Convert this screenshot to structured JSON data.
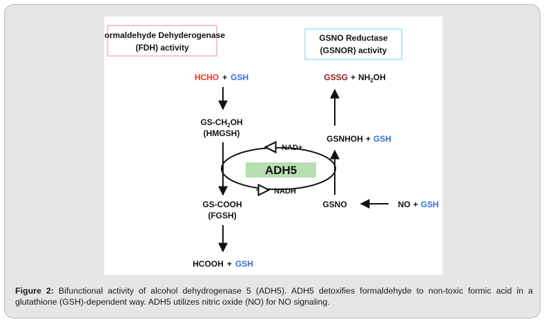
{
  "diagram": {
    "fdh_box": {
      "line1": "Formaldehyde Dehyderogenase",
      "line2": "(FDH) activity",
      "border_color": "#f4c4cc"
    },
    "gsnor_box": {
      "line1": "GSNO Reductase",
      "line2": "(GSNOR) activity",
      "border_color": "#bfeaf3"
    },
    "left_path": {
      "hcho": "HCHO",
      "plus1": "+",
      "gsh1": "GSH",
      "hmgsh_line1_pre": "GS-CH",
      "hmgsh_sub": "2",
      "hmgsh_line1_post": "OH",
      "hmgsh_line2": "(HMGSH)",
      "fgsh_line1": "GS-COOH",
      "fgsh_line2": "(FGSH)",
      "hcooh": "HCOOH",
      "plus2": "+",
      "gsh2": "GSH"
    },
    "right_path": {
      "gssg": "GSSG",
      "plus3": "+",
      "nh2oh_pre": "NH",
      "nh2oh_sub": "2",
      "nh2oh_post": "OH",
      "gsnhoh": "GSNHOH",
      "plus4": "+",
      "gsh3": "GSH",
      "gsno": "GSNO",
      "no": "NO",
      "plus5": "+",
      "gsh4": "GSH"
    },
    "center": {
      "nad_plus": "NAD+",
      "nadh": "NADH",
      "enzyme": "ADH5",
      "enzyme_color": "#b7dfb0"
    },
    "colors": {
      "red": "#e8342a",
      "blue": "#2e6fd6",
      "dark_red": "#8c1b1b",
      "text": "#111111"
    }
  },
  "caption": {
    "label": "Figure 2:",
    "text": " Bifunctional activity of alcohol dehydrogenase 5 (ADH5). ADH5 detoxifies formaldehyde to non-toxic formic acid in a glutathione (GSH)-dependent way. ADH5 utilizes nitric oxide (NO) for NO signaling."
  }
}
